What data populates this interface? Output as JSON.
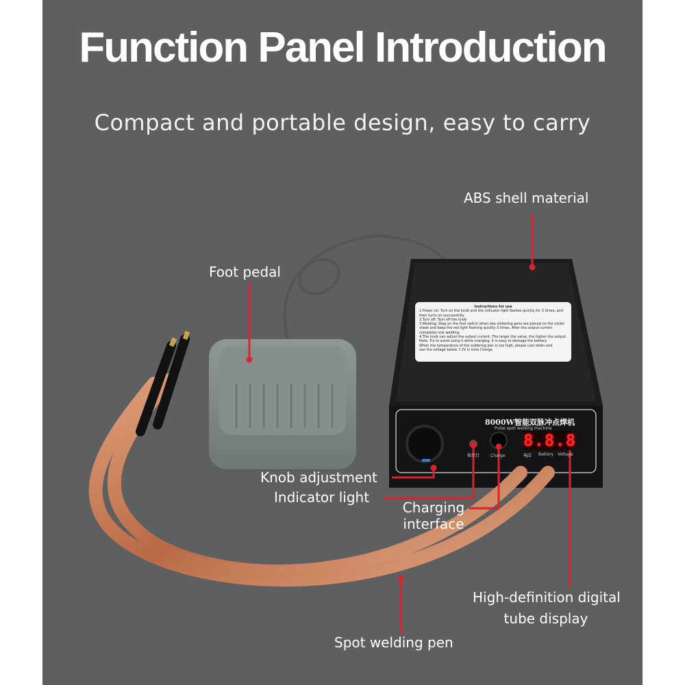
{
  "header": {
    "title": "Function Panel Introduction",
    "subtitle": "Compact and portable design, easy to carry"
  },
  "annotations": {
    "shell": "ABS shell material",
    "pedal": "Foot pedal",
    "knob": "Knob adjustment",
    "indicator": "Indicator light",
    "charging_1": "Charging",
    "charging_2": "interface",
    "display_1": "High-definition digital",
    "display_2": "tube display",
    "pen": "Spot welding pen"
  },
  "device": {
    "brand": "8000W智能双脉冲点焊机",
    "brand_sub": "Pulse spot welding machine",
    "display_value": "8.8.8",
    "port_labels": [
      "电压",
      "Battery",
      "Voltage"
    ],
    "indicator_label": "指示灯",
    "charge_label": "Charge",
    "instructions_title": "Instructions for use",
    "instructions": [
      "1.Power on: Turn on the knob and the indicator light flashes quickly for 3 times, and then turns on successfully.",
      "2.Turn off: Turn off the knob",
      "3.Welding: Step on the foot switch when two soldering pens are placed on the nickel sheet and keep the red light flashing quickly 3 times. After the output current completes one welding.",
      "4.The knob can adjust the output current. The larger the value, the higher the output.",
      "Note: Try to avoid using it while charging, it is easy to damage the battery.",
      "When the temperature of the soldering pen is too high, please cool down and",
      "use the voltage below 7.2V in time Charge"
    ]
  },
  "colors": {
    "background": "#5e5f61",
    "accent": "#d9232d",
    "copper": "#c9825a"
  }
}
